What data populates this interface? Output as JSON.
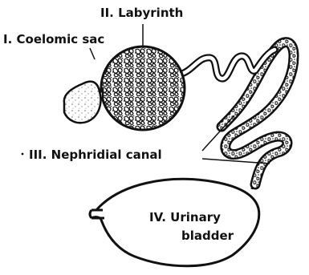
{
  "labels": {
    "labyrinth": "II. Labyrinth",
    "coelomic_sac": "I. Coelomic sac",
    "nephridial_canal": "III. Nephridial canal",
    "urinary_bladder_line1": "IV. Urinary",
    "urinary_bladder_line2": "bladder"
  },
  "colors": {
    "ink": "#111111",
    "paper": "#ffffff"
  }
}
